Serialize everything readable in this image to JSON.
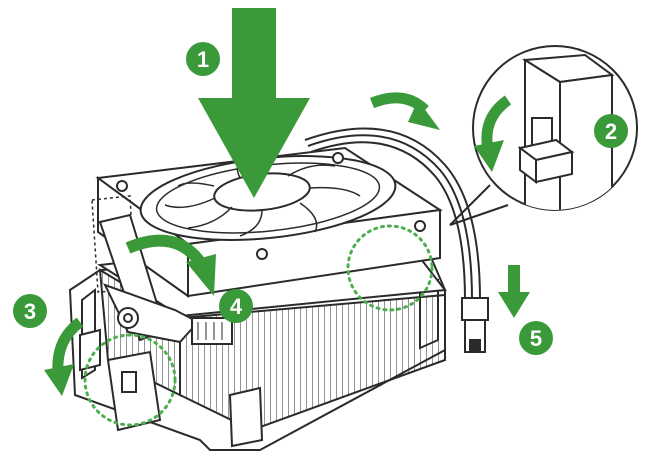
{
  "diagram": {
    "colors": {
      "accent": "#3a9a3a",
      "dotted": "#4caf50",
      "line": "#2b2b2b",
      "fill": "#ffffff"
    },
    "steps": [
      {
        "number": "1",
        "meaning": "press-down"
      },
      {
        "number": "2",
        "meaning": "rotate-clip"
      },
      {
        "number": "3",
        "meaning": "rotate-lever"
      },
      {
        "number": "4",
        "meaning": "rotate-arm"
      },
      {
        "number": "5",
        "meaning": "connect-fan-cable"
      }
    ]
  }
}
